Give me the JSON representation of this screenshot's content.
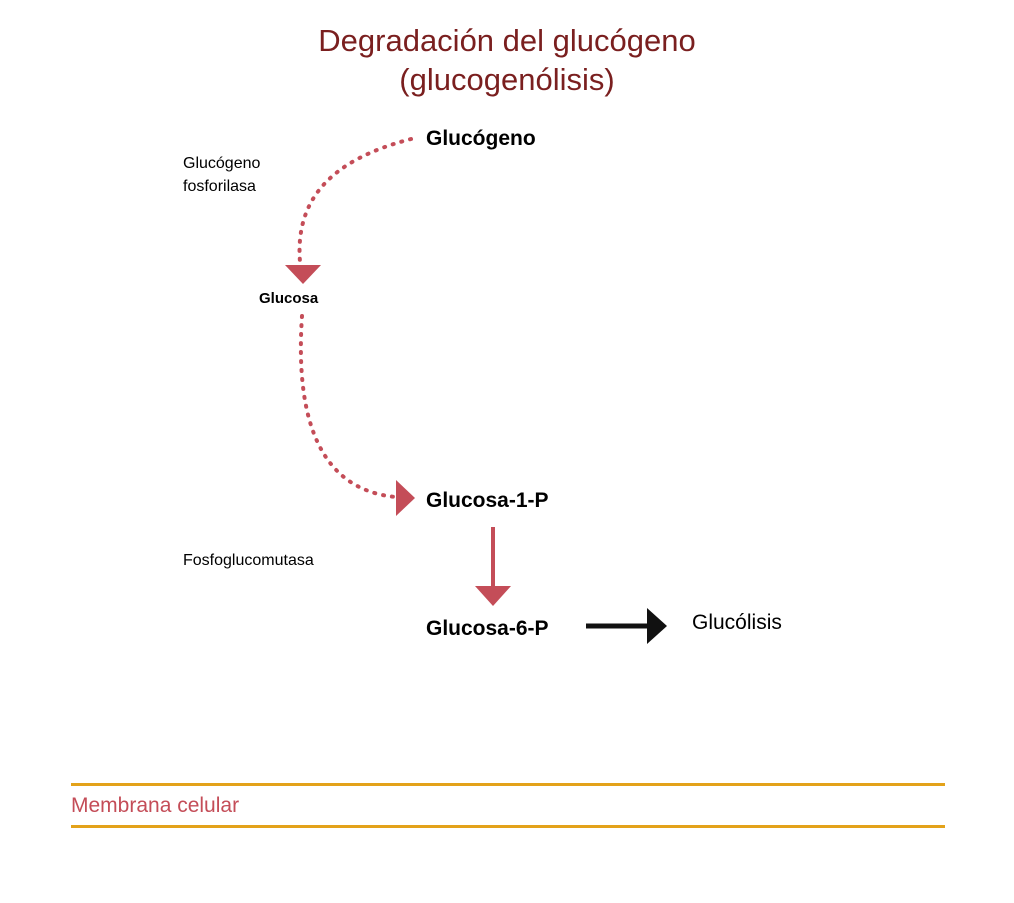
{
  "title": {
    "line1": "Degradación del glucógeno",
    "line2": "(glucogenólisis)"
  },
  "nodes": {
    "glucogeno": "Glucógeno",
    "glucosa": "Glucosa",
    "glucosa_1p": "Glucosa-1-P",
    "glucosa_6p": "Glucosa-6-P",
    "glucolisis": "Glucólisis"
  },
  "enzymes": {
    "fosforilasa_line1": "Glucógeno",
    "fosforilasa_line2": "fosforilasa",
    "fosfoglucomutasa": "Fosfoglucomutasa"
  },
  "membrane": {
    "label": "Membrana celular"
  },
  "colors": {
    "title": "#7a1f1f",
    "pathway_arrow": "#c44d58",
    "output_arrow": "#111111",
    "membrane_line": "#e3a21a",
    "membrane_label": "#c44d58"
  }
}
